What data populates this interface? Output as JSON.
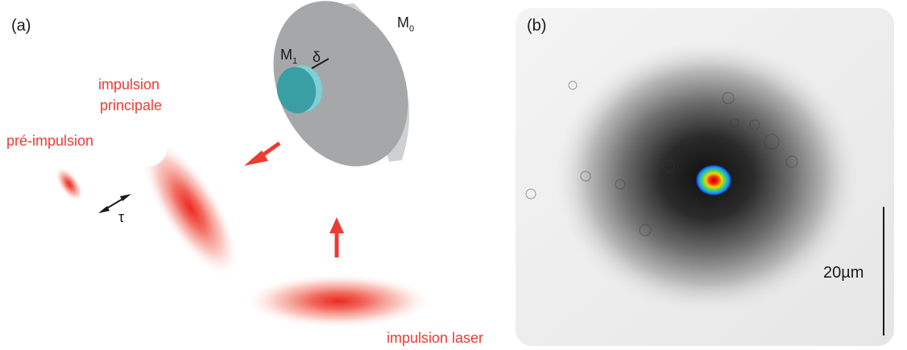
{
  "panels": {
    "a": {
      "letter": "(a)",
      "labels": {
        "main_pulse_line1": "impulsion",
        "main_pulse_line2": "principale",
        "prepulse": "pré-impulsion",
        "laser_pulse": "impulsion laser",
        "delay_symbol": "τ",
        "step_symbol": "δ",
        "mirror0": "M",
        "mirror0_sub": "0",
        "mirror1": "M",
        "mirror1_sub": "1"
      },
      "colors": {
        "pulse_red": "#ec3b32",
        "mirror_gray": "#a6a7a9",
        "mirror_edge": "#d2d3d4",
        "inner_mirror": "#3a9ea5"
      }
    },
    "b": {
      "letter": "(b)",
      "scale_bar_label": "20µm"
    }
  }
}
